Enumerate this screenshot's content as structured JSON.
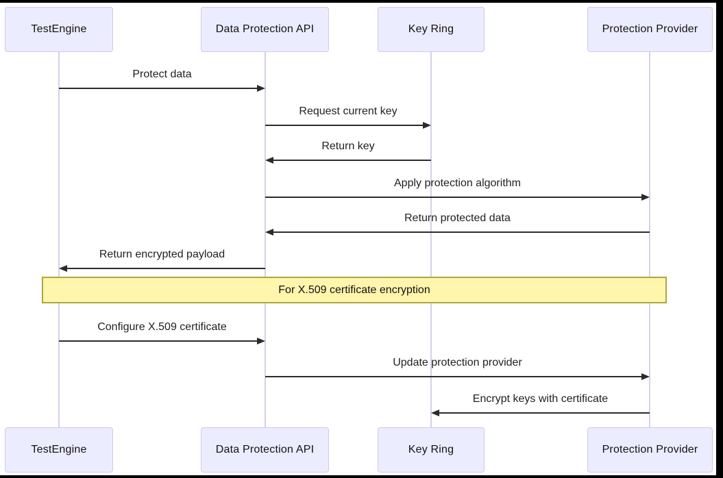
{
  "diagram": {
    "type": "sequence-diagram",
    "actors": [
      {
        "id": "testengine",
        "label": "TestEngine"
      },
      {
        "id": "data-protection-api",
        "label": "Data Protection API"
      },
      {
        "id": "key-ring",
        "label": "Key Ring"
      },
      {
        "id": "protection-provider",
        "label": "Protection Provider"
      }
    ],
    "messages": [
      {
        "from": "TestEngine",
        "to": "Data Protection API",
        "direction": "right",
        "label": "Protect data"
      },
      {
        "from": "Data Protection API",
        "to": "Key Ring",
        "direction": "right",
        "label": "Request current key"
      },
      {
        "from": "Key Ring",
        "to": "Data Protection API",
        "direction": "left",
        "label": "Return key"
      },
      {
        "from": "Data Protection API",
        "to": "Protection Provider",
        "direction": "right",
        "label": "Apply protection algorithm"
      },
      {
        "from": "Protection Provider",
        "to": "Data Protection API",
        "direction": "left",
        "label": "Return protected data"
      },
      {
        "from": "Data Protection API",
        "to": "TestEngine",
        "direction": "left",
        "label": "Return encrypted payload"
      },
      {
        "from": "TestEngine",
        "to": "Data Protection API",
        "direction": "right",
        "label": "Configure X.509 certificate"
      },
      {
        "from": "Data Protection API",
        "to": "Protection Provider",
        "direction": "right",
        "label": "Update protection provider"
      },
      {
        "from": "Protection Provider",
        "to": "Key Ring",
        "direction": "left",
        "label": "Encrypt keys with certificate"
      }
    ],
    "note": {
      "label": "For X.509 certificate encryption",
      "position": "over all actors"
    },
    "colors": {
      "actor_fill": "#ECECFF",
      "actor_border": "#CFC8EC",
      "lifeline": "#D5D0EA",
      "note_fill": "#FFF5AD",
      "note_border": "#A8A840",
      "arrow": "#2B2B2B",
      "text": "#1F1F1F",
      "window_edge": "#000000"
    }
  }
}
